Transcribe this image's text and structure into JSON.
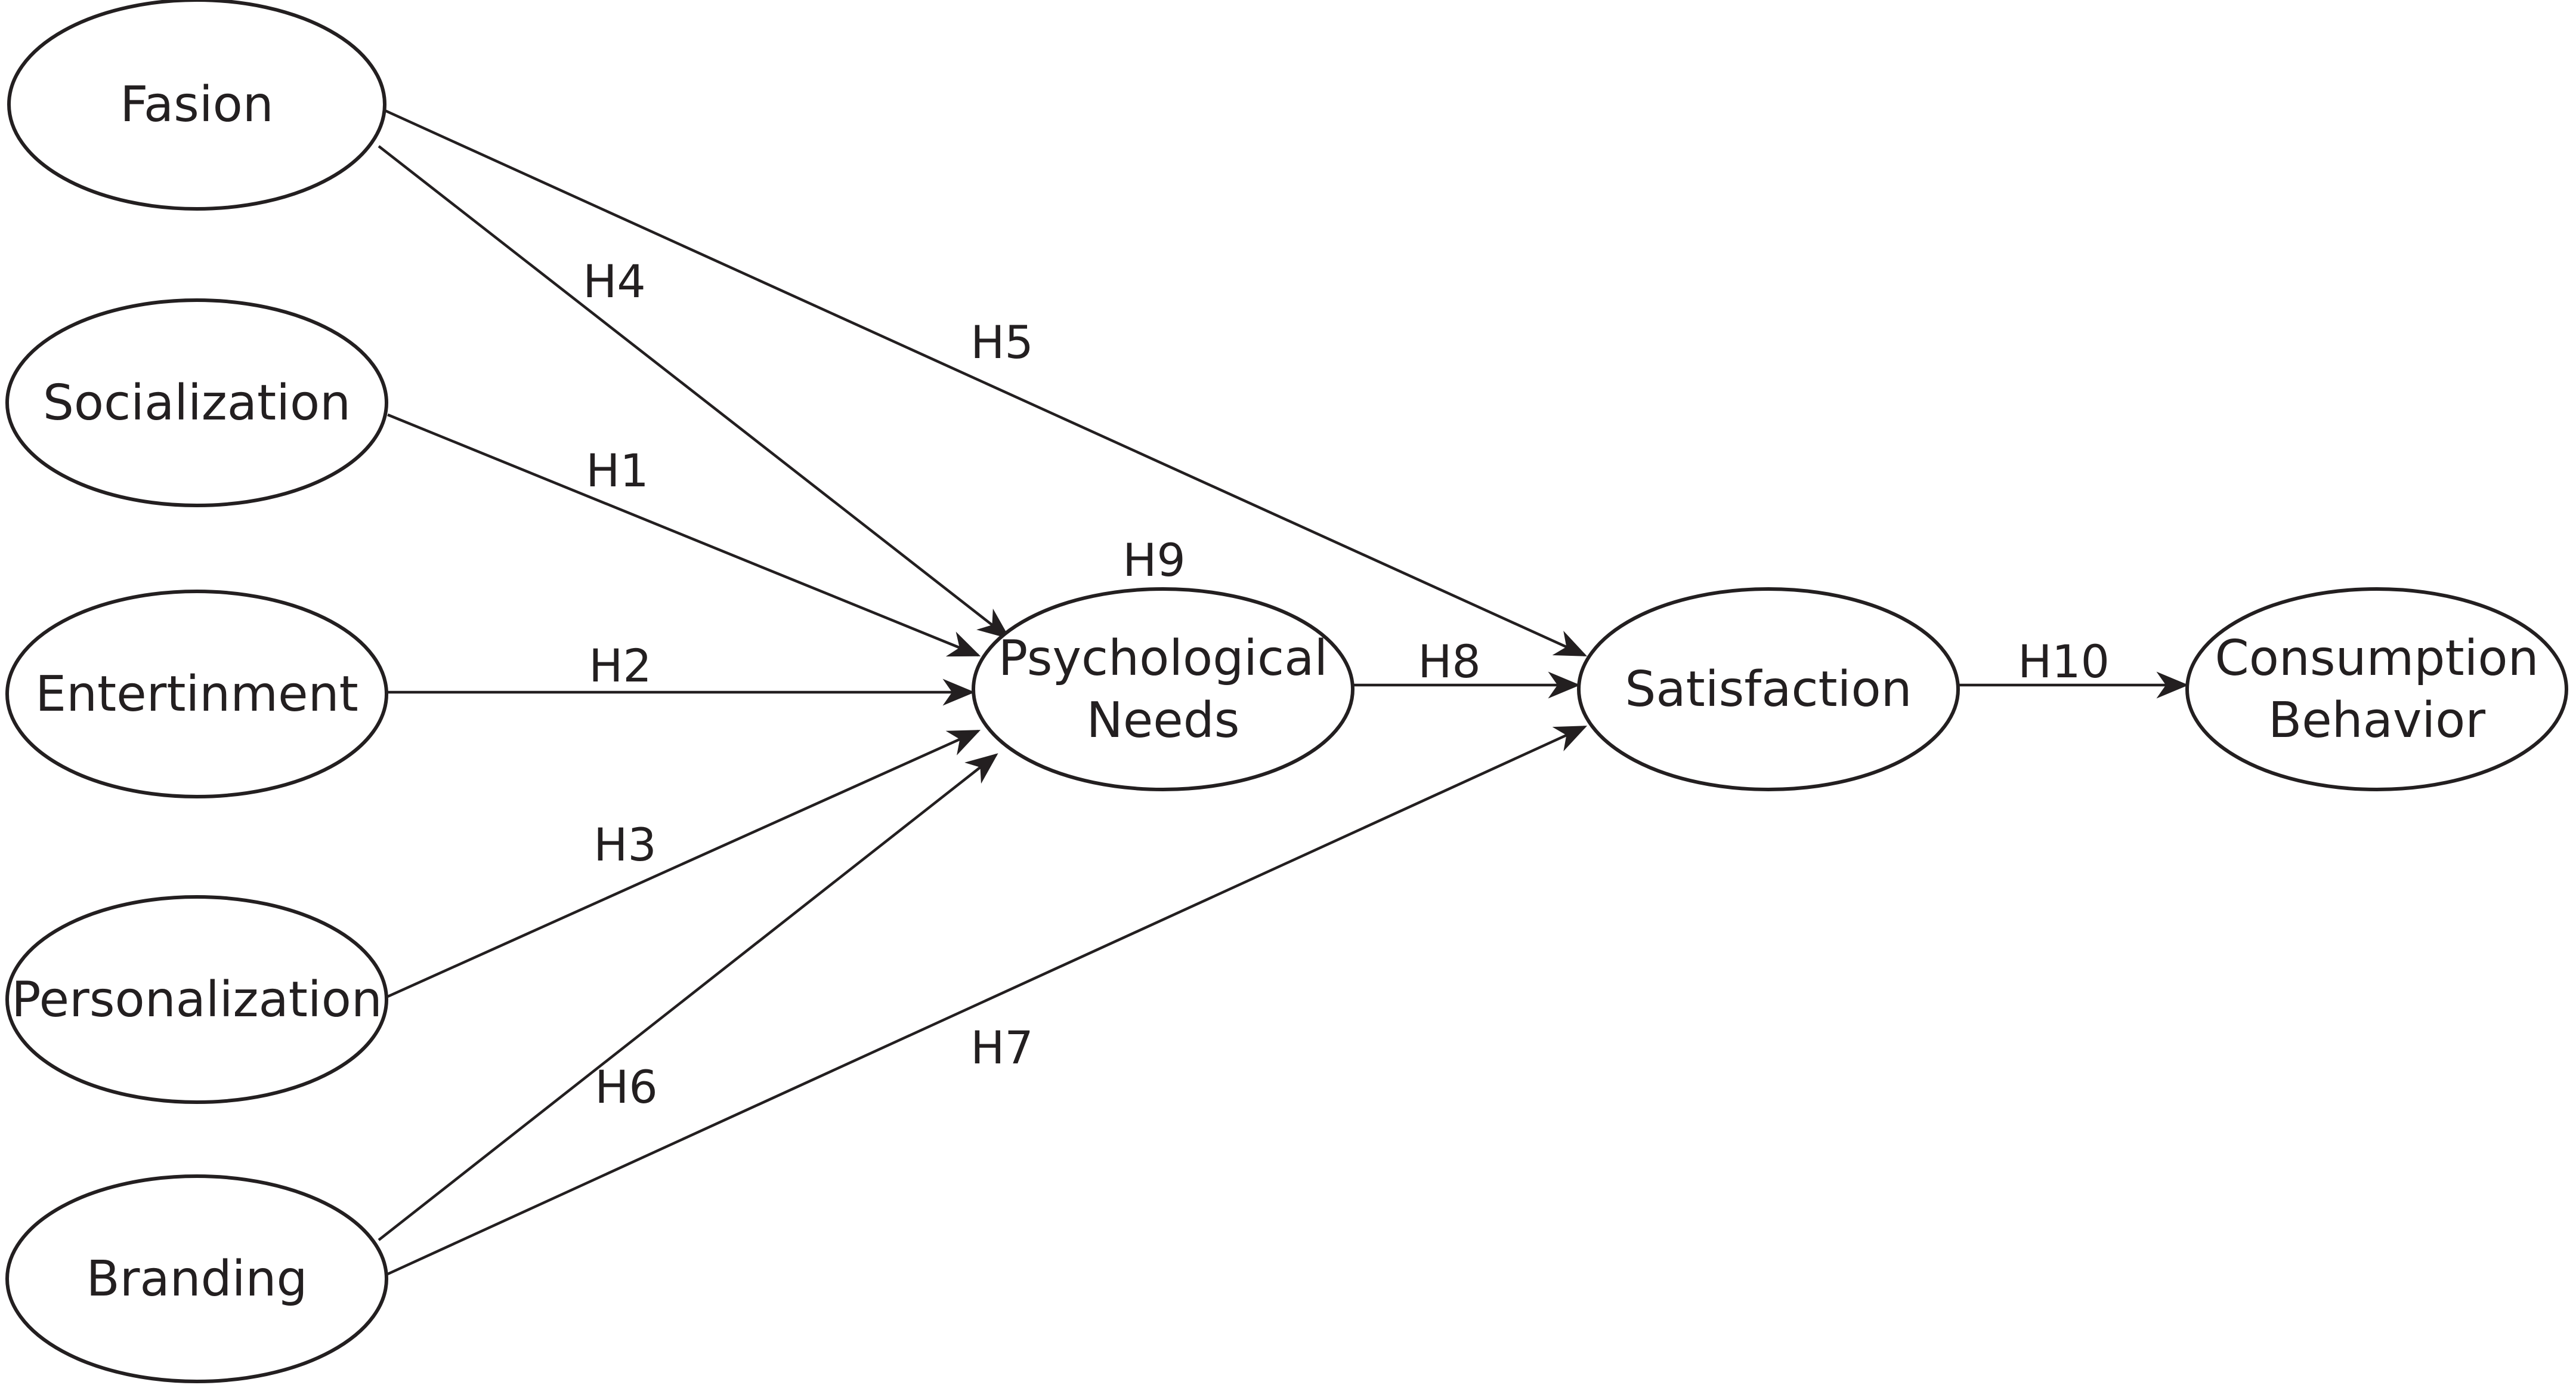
{
  "colors": {
    "stroke": "#231f20",
    "text": "#231f20",
    "background": "#ffffff"
  },
  "nodes": [
    {
      "id": "fasion",
      "lines": [
        "Fasion"
      ]
    },
    {
      "id": "socialization",
      "lines": [
        "Socialization"
      ]
    },
    {
      "id": "entertinment",
      "lines": [
        "Entertinment"
      ]
    },
    {
      "id": "personalization",
      "lines": [
        "Personalization"
      ]
    },
    {
      "id": "branding",
      "lines": [
        "Branding"
      ]
    },
    {
      "id": "psych",
      "lines": [
        "Psychological",
        "Needs"
      ]
    },
    {
      "id": "satisfaction",
      "lines": [
        "Satisfaction"
      ]
    },
    {
      "id": "consumption",
      "lines": [
        "Consumption",
        "Behavior"
      ]
    }
  ],
  "edges": [
    {
      "id": "e-fasion-psych",
      "from": "fasion",
      "to": "psych",
      "label": "H4"
    },
    {
      "id": "e-fasion-sat",
      "from": "fasion",
      "to": "satisfaction",
      "label": "H5"
    },
    {
      "id": "e-social-psych",
      "from": "socialization",
      "to": "psych",
      "label": "H1"
    },
    {
      "id": "e-ent-psych",
      "from": "entertinment",
      "to": "psych",
      "label": "H2"
    },
    {
      "id": "e-pers-psych",
      "from": "personalization",
      "to": "psych",
      "label": "H3"
    },
    {
      "id": "e-brand-psych",
      "from": "branding",
      "to": "psych",
      "label": "H6"
    },
    {
      "id": "e-brand-sat",
      "from": "branding",
      "to": "satisfaction",
      "label": "H7"
    },
    {
      "id": "e-psych-sat",
      "from": "psych",
      "to": "satisfaction",
      "label": "H8"
    },
    {
      "id": "e-sat-cons",
      "from": "satisfaction",
      "to": "consumption",
      "label": "H10"
    }
  ],
  "annotations": [
    {
      "id": "h9",
      "label": "H9"
    }
  ]
}
